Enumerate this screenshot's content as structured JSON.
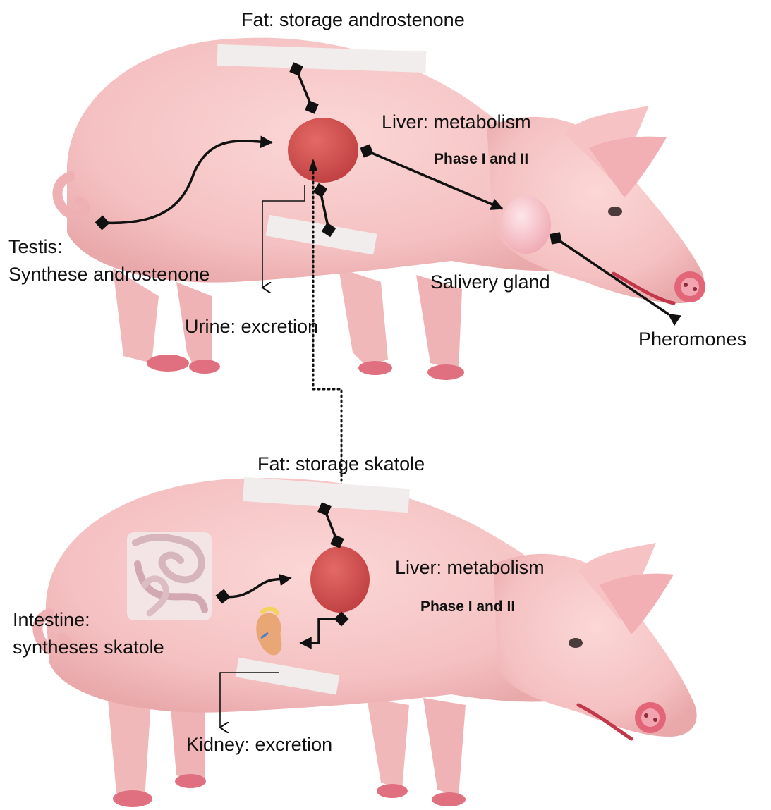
{
  "top_panel": {
    "fat_label": "Fat: storage androstenone",
    "liver_label": "Liver: metabolism",
    "phase_label": "Phase I and II",
    "testis_title": "Testis:",
    "testis_text": "Synthese androstenone",
    "salivary_label": "Salivery gland",
    "urine_label": "Urine: excretion",
    "pheromones_label": "Pheromones"
  },
  "bottom_panel": {
    "fat_label": "Fat: storage skatole",
    "liver_label": "Liver: metabolism",
    "phase_label": "Phase I and II",
    "intestine_title": "Intestine:",
    "intestine_text": "syntheses skatole",
    "kidney_label": "Kidney: excretion"
  },
  "colors": {
    "pig_skin": "#f7c6c7",
    "liver": "#d44f4f",
    "salivary_gland": "#f4b8bf",
    "hoof": "#e0707f",
    "arrow": "#111111"
  }
}
